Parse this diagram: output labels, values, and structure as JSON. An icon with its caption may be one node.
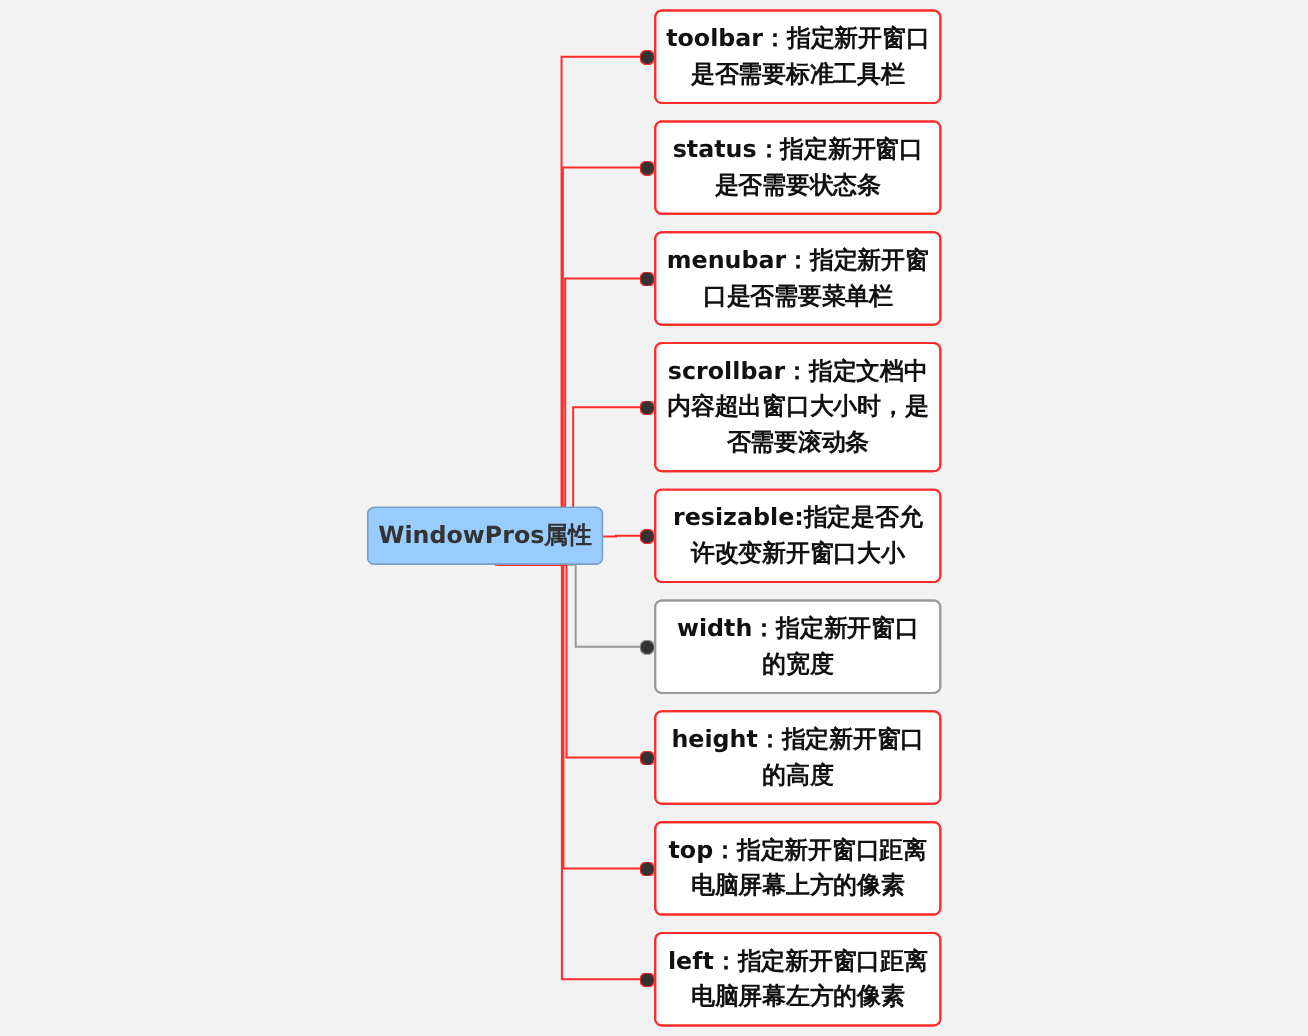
{
  "diagram": {
    "nodes": [
      {
        "text": [
          "WindowPros属性"
        ]
      },
      {
        "text": [
          "toolbar：指定新开窗口是否需要标准工具栏"
        ]
      },
      {
        "text": [
          "status：指定新开窗口是否需要状态条"
        ]
      },
      {
        "text": [
          "menubar：指定新开窗口是否需要菜单栏"
        ]
      },
      {
        "text": [
          "scrollbar：指定文档中内容超出窗口大小时，是否需要滚动条"
        ]
      },
      {
        "text": [
          "resizable:指定是否允许改变新开窗口大小"
        ]
      },
      {
        "text": [
          "width：指定新开窗口的宽度"
        ]
      },
      {
        "text": [
          "height：指定新开窗口的高度"
        ]
      },
      {
        "text": [
          "top：指定新开窗口距离电脑屏幕上方的像素"
        ]
      },
      {
        "text": [
          "left：指定新开窗口距离电脑屏幕左方的像素"
        ]
      }
    ],
    "edges": [
      {
        "from": 0,
        "to": 1,
        "arrow": "other"
      },
      {
        "from": 0,
        "to": 2,
        "arrow": "other"
      },
      {
        "from": 0,
        "to": 3,
        "arrow": "other"
      },
      {
        "from": 0,
        "to": 4,
        "arrow": "other"
      },
      {
        "from": 0,
        "to": 5,
        "arrow": "other"
      },
      {
        "from": 0,
        "to": 6,
        "arrow": "other",
        "color": "#999999"
      },
      {
        "from": 0,
        "to": 7,
        "arrow": "other"
      },
      {
        "from": 0,
        "to": 8,
        "arrow": "other"
      },
      {
        "from": 0,
        "to": 9,
        "arrow": "other"
      }
    ]
  }
}
